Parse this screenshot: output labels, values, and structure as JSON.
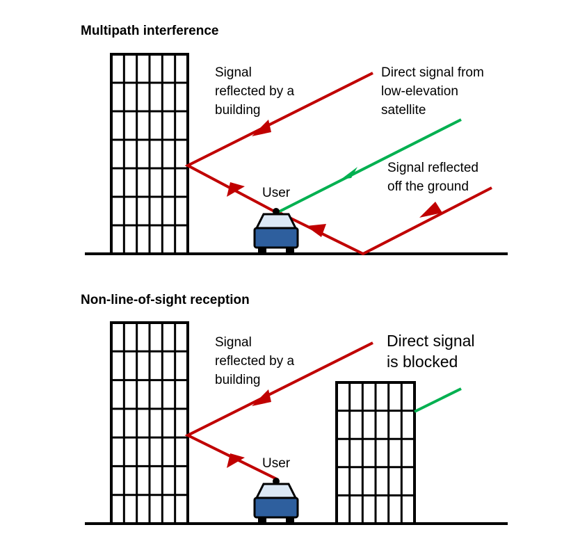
{
  "colors": {
    "reflected_signal": "#c00000",
    "direct_signal": "#00b050",
    "car_body": "#2e5f9e",
    "car_window": "#dbe8f5",
    "outline": "#000000"
  },
  "panel_top": {
    "title": "Multipath interference",
    "label_reflected_building": [
      "Signal",
      "reflected by a",
      "building"
    ],
    "label_direct": [
      "Direct signal from",
      "low-elevation",
      "satellite"
    ],
    "label_reflected_ground": [
      "Signal reflected",
      "off the ground"
    ],
    "label_user": "User"
  },
  "panel_bottom": {
    "title": "Non-line-of-sight reception",
    "label_reflected_building": [
      "Signal",
      "reflected by a",
      "building"
    ],
    "label_blocked": [
      "Direct signal",
      "is blocked"
    ],
    "label_user": "User"
  }
}
